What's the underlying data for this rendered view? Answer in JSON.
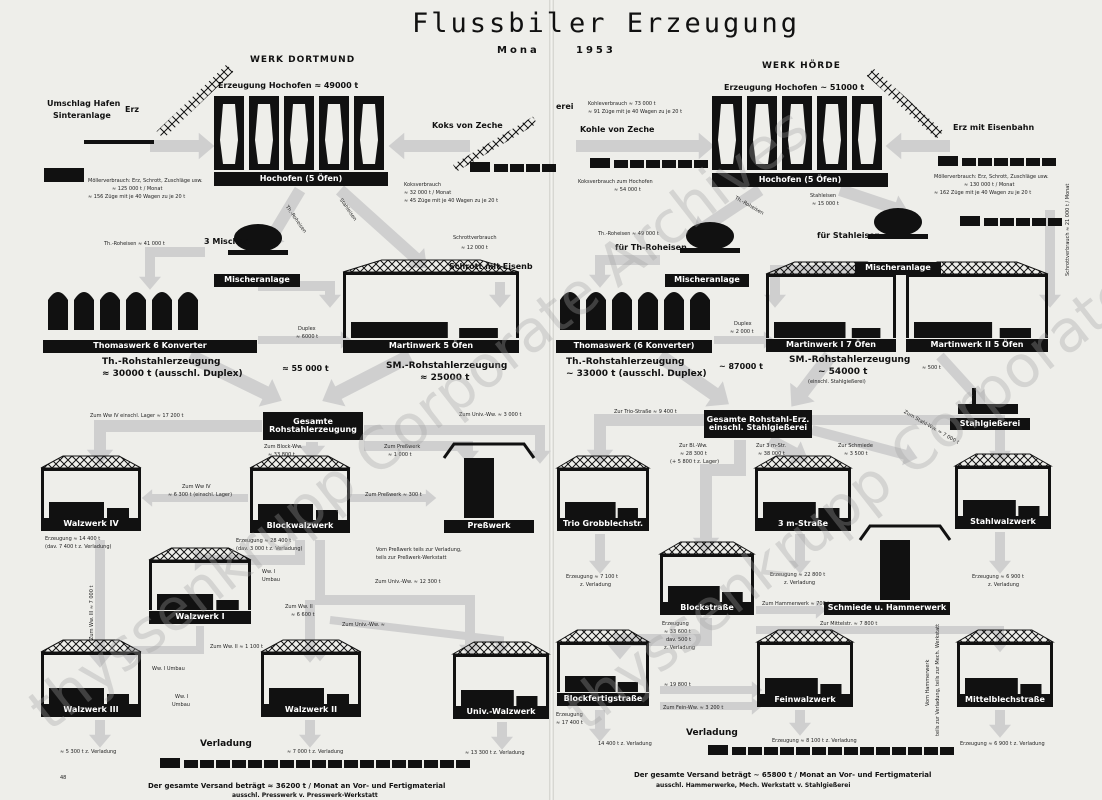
{
  "title": {
    "left": "Flussbil",
    "right": "er Erzeugung",
    "subtitle_left": "Mona",
    "subtitle_right": "1953"
  },
  "left": {
    "werk": "WERK DORTMUND",
    "erzeugung": "Erzeugung Hochofen ≈ 49000 t",
    "umschlag": "Umschlag Hafen",
    "sinter": "Sinteranlage",
    "erz": "Erz",
    "koks": "Koks von Zeche",
    "hochofen": "Hochofen (5 Öfen)",
    "moeller1": "Möllerverbrauch: Erz, Schrott, Zuschläge usw.",
    "moeller2": "≈ 125 000 t / Monat",
    "moeller3": "≈ 156 Züge mit je 40 Wagen zu je 20 t",
    "koksverbrauch1": "Koksverbrauch",
    "koksverbrauch2": "≈ 32 000 t / Monat",
    "koksverbrauch3": "≈ 45 Züge mit je 40 Wagen zu je 20 t",
    "th_roheisen": "Th.-Roheisen",
    "stahleisen": "Stahleisen",
    "mischer3": "3 Mischer",
    "th_roheisen_amt": "Th.-Roheisen ≈ 41 000 t",
    "schrottverbrauch": "Schrottverbrauch",
    "schrott_amt": "≈ 12 000 t",
    "schrott_eisen": "Schrott mit Eisenb",
    "mischeranlage": "Mischeranlage",
    "thomaswerk": "Thomaswerk 6 Konverter",
    "martinwerk": "Martinwerk 5 Öfen",
    "duplex": "Duplex",
    "duplex_amt": "≈ 6000 t",
    "th_rohstahl": "Th.-Rohstahlerzeugung",
    "th_rohstahl_amt": "≈ 30000 t (ausschl. Duplex)",
    "sm_rohstahl": "SM.-Rohstahlerzeugung",
    "sm_rohstahl_amt": "≈ 25000 t",
    "gesamt_amt": "≈ 55 000 t",
    "gesamte": "Gesamte Rohstahlerzeugung",
    "zum_wwiv": "Zum Ww IV einschl. Lager ≈ 17 200 t",
    "zum_block": "Zum Block-Ww.",
    "zum_block_amt": "≈ 33 800 t",
    "zum_presswerk": "Zum Preßwerk",
    "zum_presswerk_amt": "≈ 1 000 t",
    "zum_univ": "Zum Univ.-Ww. ≈ 3 000 t",
    "zum_ww_iv2": "Zum Ww IV",
    "zum_ww_iv2_amt": "≈ 6 300 t (einschl. Lager)",
    "zum_presswerk2": "Zum Preßwerk ≈ 300 t",
    "walzwerk4": "Walzwerk IV",
    "blockwalzwerk": "Blockwalzwerk",
    "presswerk": "Preßwerk",
    "erz_wiv1": "Erzeugung ≈ 14 400 t",
    "erz_wiv2": "(dav. 7 400 t z. Verladung)",
    "erz_block1": "Erzeugung ≈ 28 400 t",
    "erz_block2": "(dav. 3 000 t z. Verladung)",
    "vom_presswerk1": "Vom Preßwerk teils zur Verladung,",
    "vom_presswerk2": "teils zur Preßwerk-Werkstatt",
    "ww1": "Ww. I",
    "umbau": "Umbau",
    "zum_ww_ii": "Zum Ww. II",
    "zum_ww_ii_amt": "≈ 6 600 t",
    "zum_univ2": "Zum Univ.-Ww. ≈ 12 300 t",
    "walzwerk1": "Walzwerk I",
    "zum_ww_iii": "Zum Ww. III ≈ 7 000 t",
    "zum_univ3": "Zum Univ.-Ww. ≈",
    "zum_ww_ii2": "Zum Ww. II ≈ 1 100 t",
    "ww1_umbau": "Ww. I Umbau",
    "ww1b": "Ww. I",
    "umbau2": "Umbau",
    "walzwerk3": "Walzwerk III",
    "walzwerk2": "Walzwerk II",
    "univ_walzwerk": "Univ.-Walzwerk",
    "verladung": "Verladung",
    "verl1": "≈ 5 300 t z. Verladung",
    "verl2": "≈ 7 000 t z. Verladung",
    "verl3": "≈ 13 300 t z. Verladung",
    "versand1": "Der gesamte Versand beträgt ≈ 36200 t / Monat an Vor- und Fertigmaterial",
    "versand2": "ausschl. Presswerk v. Presswerk-Werkstatt",
    "pagenum": "48"
  },
  "right": {
    "werk": "WERK HÖRDE",
    "erzeugung": "Erzeugung Hochofen ~ 51000 t",
    "erei": "erei",
    "kohleverbrauch1": "Kohleverbrauch ≈ 73 000 t",
    "kohleverbrauch2": "≈ 91 Züge mit je 40 Wagen zu je 20 t",
    "kohle": "Kohle von Zeche",
    "erz_bahn": "Erz mit Eisenbahn",
    "hochofen": "Hochofen (5 Öfen)",
    "koksverbrauch1": "Koksverbrauch zum Hochofen",
    "koksverbrauch2": "≈ 54 000 t",
    "moeller1": "Möllerverbrauch: Erz, Schrott, Zuschläge usw.",
    "moeller2": "≈ 130 000 t / Monat",
    "moeller3": "≈ 162 Züge mit je 40 Wagen zu je 20 t",
    "th_roheisen": "Th.-Roheisen",
    "stahleisen": "Stahleisen",
    "stahleisen_amt": "≈ 15 000 t",
    "th_roheisen_amt": "Th.-Roheisen ≈ 49 000 t",
    "fuer_th": "für Th-Roheisen",
    "fuer_stahl": "für Stahleisen",
    "schrottverbrauch": "Schrottverbrauch ≈ 21 000 t / Monat",
    "mischeranlage1": "Mischeranlage",
    "mischeranlage2": "Mischeranlage",
    "thomaswerk": "Thomaswerk (6 Konverter)",
    "martinwerk1": "Martinwerk I  7 Öfen",
    "martinwerk2": "Martinwerk II  5 Öfen",
    "duplex": "Duplex",
    "duplex_amt": "≈ 2 000 t",
    "th_rohstahl": "Th.-Rohstahlerzeugung",
    "th_rohstahl_amt": "~ 33000 t (ausschl. Duplex)",
    "gesamt_amt": "~ 87000 t",
    "sm_rohstahl": "SM.-Rohstahlerzeugung",
    "sm_rohstahl_amt": "~ 54000 t",
    "sm_note": "(einschl. Stahlgießerei)",
    "stg_amt": "≈ 500 t",
    "stahlgiesserei": "Stahlgießerei",
    "gesamte": "Gesamte Rohstahl-Erz. einschl. Stahlgießerei",
    "zur_trio": "Zur Trio-Straße ≈ 9 400 t",
    "zur_block": "Zur Bl.-Ww.",
    "zur_block_amt": "≈ 28 300 t",
    "zur_block_note": "(+ 5 800 t z. Lager)",
    "zur_3m": "Zur 3 m-Str.",
    "zur_3m_amt": "≈ 38 000 t",
    "zur_schmiede": "Zur Schmiede",
    "zur_schmiede_amt": "≈ 3 500 t",
    "zum_stahl": "Zum Stahl-Ww. ≈ 7 000 t",
    "trio": "Trio Grobblechstr.",
    "str3m": "3 m-Straße",
    "stahlwalzwerk": "Stahlwalzwerk",
    "erz_trio1": "Erzeugung ≈ 7 100 t",
    "erz_trio2": "z. Verladung",
    "erz_3m1": "Erzeugung ≈ 22 800 t",
    "erz_3m2": "z. Verladung",
    "erz_stahl1": "Erzeugung ≈ 6 900 t",
    "erz_stahl2": "z. Verladung",
    "blockstrasse": "Blockstraße",
    "zum_hammer": "Zum Hammerwerk ≈ 700 t",
    "schmiede": "Schmiede u. Hammerwerk",
    "zur_mittel": "Zur Mittelstr. ≈ 7 800 t",
    "erz_block1": "Erzeugung",
    "erz_block2": "≈ 33 600 t",
    "erz_block3": "dav. 500 t",
    "erz_block4": "z. Verladung",
    "vom_hammer": "Vom Hammerwerk",
    "vom_hammer2": "teils zur Verladung, teils zur Mech. Werkstatt",
    "zur_blockfertig": "≈ 19 800 t",
    "zum_fein": "Zum Fein-Ww. ≈ 3 200 t",
    "blockfertig": "Blockfertigstraße",
    "feinwalzwerk": "Feinwalzwerk",
    "mittelblech": "Mittelblechstraße",
    "erz_bf1": "Erzeugung",
    "erz_bf2": "≈ 17 400 t",
    "verladung": "Verladung",
    "verl1": "14 400 t z. Verladung",
    "verl2": "Erzeugung ≈ 8 100 t z. Verladung",
    "verl3": "Erzeugung ≈ 6 900 t z. Verladung",
    "versand1": "Der gesamte Versand beträgt ~ 65800 t / Monat an Vor- und Fertigmaterial",
    "versand2": "ausschl. Hammerwerke, Mech. Werkstatt v. Stahlgießerei"
  },
  "watermark": "thyssenkrupp Corporate Archives",
  "colors": {
    "ink": "#111111",
    "paper": "#eeeeea",
    "arrow": "#cfcfcf"
  }
}
